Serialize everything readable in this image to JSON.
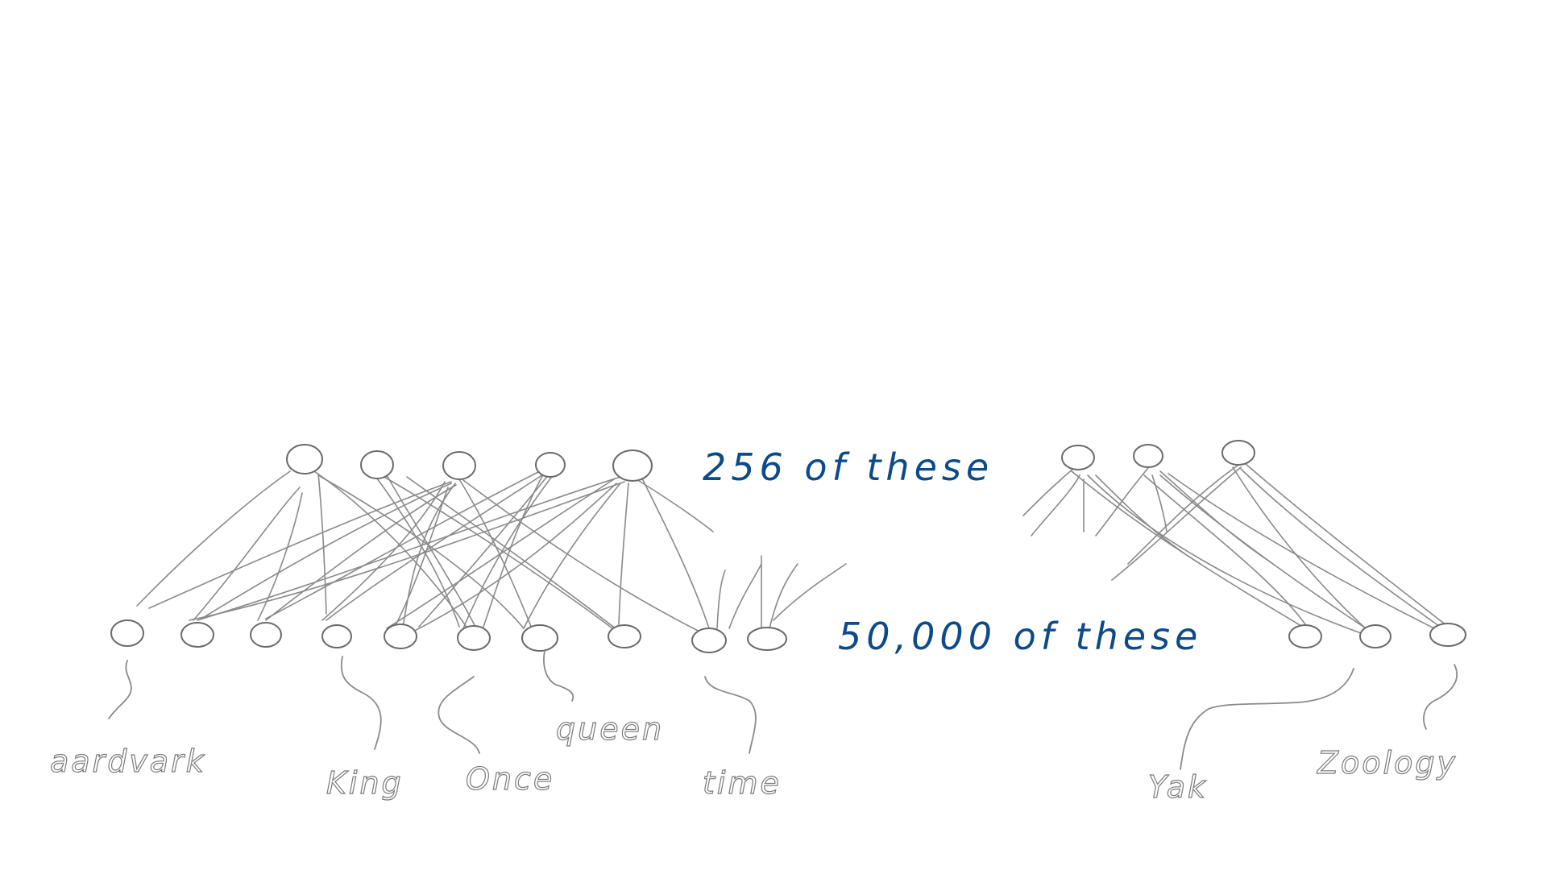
{
  "labels": {
    "hidden_count": "256 of these",
    "vocab_count": "50,000 of these"
  },
  "words": {
    "aardvark": "aardvark",
    "king": "King",
    "once": "Once",
    "queen": "queen",
    "time": "time",
    "yak": "Yak",
    "zoology": "Zoology"
  },
  "colors": {
    "annotation": "#0d4a8a",
    "sketch": "#8a8a8a"
  }
}
